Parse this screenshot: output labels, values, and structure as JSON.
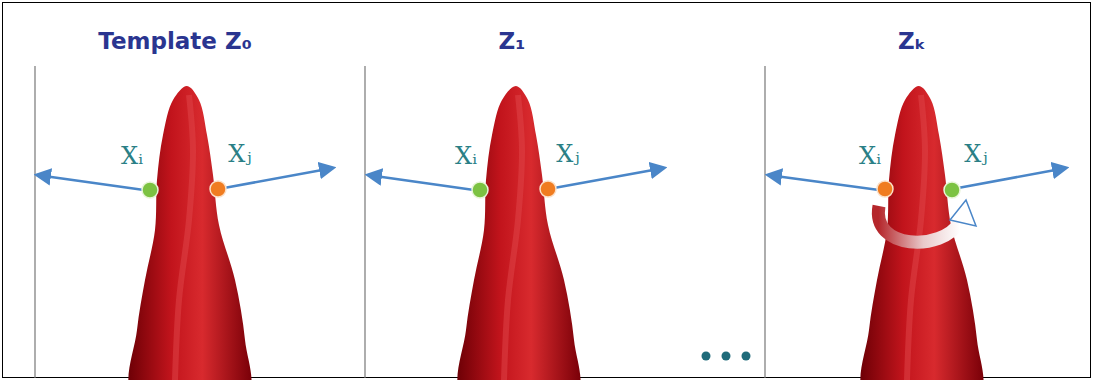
{
  "diagram": {
    "labels": [
      "Template Z₀",
      "Xᵢ",
      "Xⱼ",
      "Z₁",
      "Xᵢ",
      "Xⱼ",
      "Zₖ",
      "Xᵢ",
      "Xⱼ"
    ]
  }
}
